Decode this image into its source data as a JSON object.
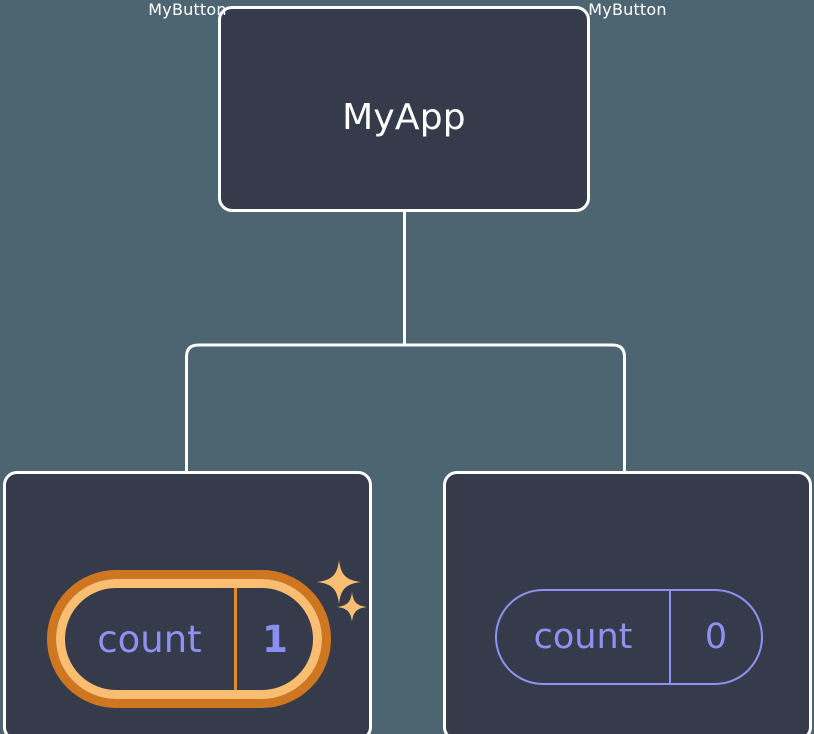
{
  "diagram": {
    "type": "component-tree",
    "background_color": "#4c6571",
    "node_fill_color": "#353b4a",
    "node_border_color": "#ffffff",
    "connector_color": "#ffffff",
    "highlight_outer_color": "#cf7620",
    "highlight_inner_color": "#f9be72",
    "state_text_color": "#8f91f0",
    "highlight_value_color": "#8b8ef5",
    "sparkle_color": "#f9be72"
  },
  "root": {
    "label": "MyApp"
  },
  "children": [
    {
      "label": "MyButton",
      "state": {
        "key": "count",
        "value": "1"
      },
      "highlighted": true,
      "sparkles": [
        {
          "name": "sparkle-large"
        },
        {
          "name": "sparkle-small"
        }
      ]
    },
    {
      "label": "MyButton",
      "state": {
        "key": "count",
        "value": "0"
      },
      "highlighted": false
    }
  ]
}
